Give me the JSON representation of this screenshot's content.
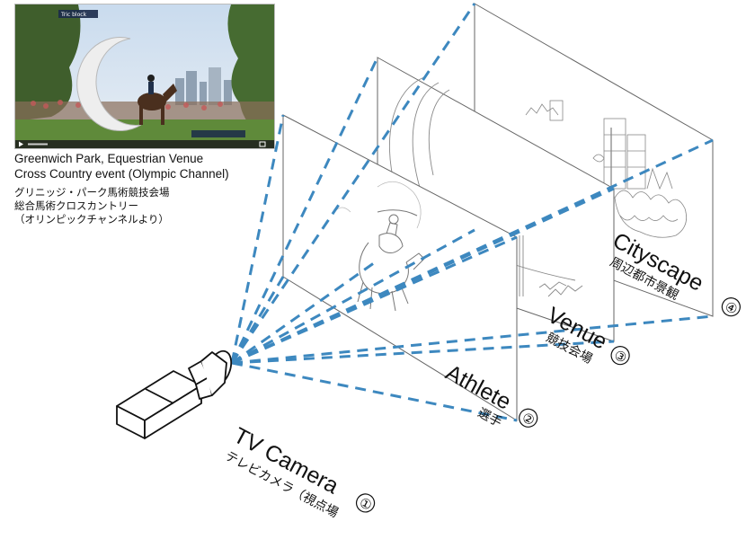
{
  "thumbnail": {
    "overlay_tag": "Tric block",
    "caption_en_line1": "Greenwich Park, Equestrian Venue",
    "caption_en_line2": "Cross Country event (Olympic Channel)",
    "caption_jp_line1": "グリニッジ・パーク馬術競技会場",
    "caption_jp_line2": "総合馬術クロスカントリー",
    "caption_jp_line3": "（オリンピックチャンネルより）"
  },
  "layers": [
    {
      "id": 1,
      "label_en": "TV Camera",
      "label_jp": "テレビカメラ（視点場",
      "number": "①"
    },
    {
      "id": 2,
      "label_en": "Athlete",
      "label_jp": "選手",
      "number": "②"
    },
    {
      "id": 3,
      "label_en": "Venue",
      "label_jp": "競技会場",
      "number": "③"
    },
    {
      "id": 4,
      "label_en": "Cityscape",
      "label_jp": "周辺都市景観",
      "number": "④"
    }
  ],
  "colors": {
    "sightline": "#3d88bf",
    "panel_stroke": "#666666",
    "sketch_stroke": "#888888"
  }
}
